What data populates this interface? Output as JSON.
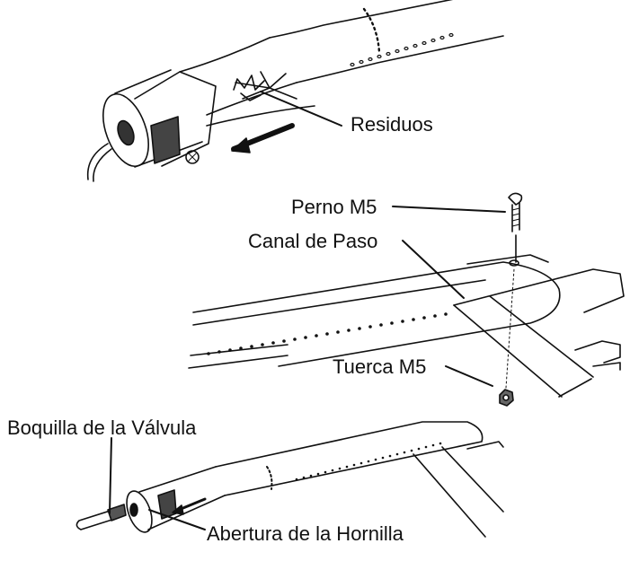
{
  "labels": {
    "residuos": "Residuos",
    "perno": "Perno M5",
    "canal": "Canal de Paso",
    "tuerca": "Tuerca M5",
    "boquilla": "Boquilla de la Válvula",
    "abertura": "Abertura de la Hornilla"
  },
  "colors": {
    "ink": "#111111",
    "paper": "#ffffff",
    "shade": "#555555"
  }
}
